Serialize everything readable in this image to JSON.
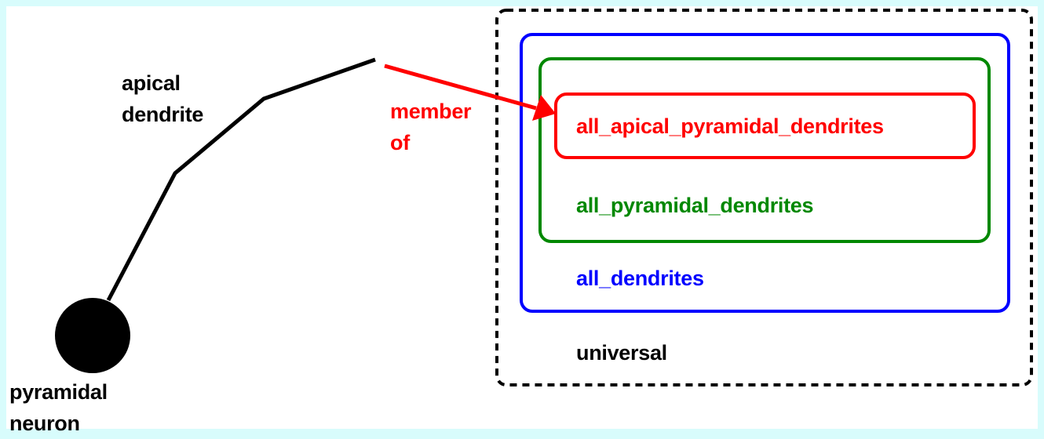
{
  "labels": {
    "apical_dendrite": [
      "apical",
      "dendrite"
    ],
    "pyramidal_neuron": [
      "pyramidal",
      "neuron"
    ],
    "member_of": [
      "member",
      "of"
    ],
    "set_apical": "all_apical_pyramidal_dendrites",
    "set_pyramidal": "all_pyramidal_dendrites",
    "set_dendrites": "all_dendrites",
    "set_universal": "universal"
  },
  "colors": {
    "apical_set": "#ff0000",
    "pyramidal_set": "#008800",
    "dendrites_set": "#0000ff",
    "universal_set": "#000000",
    "relation": "#ff0000",
    "neuron": "#000000"
  }
}
